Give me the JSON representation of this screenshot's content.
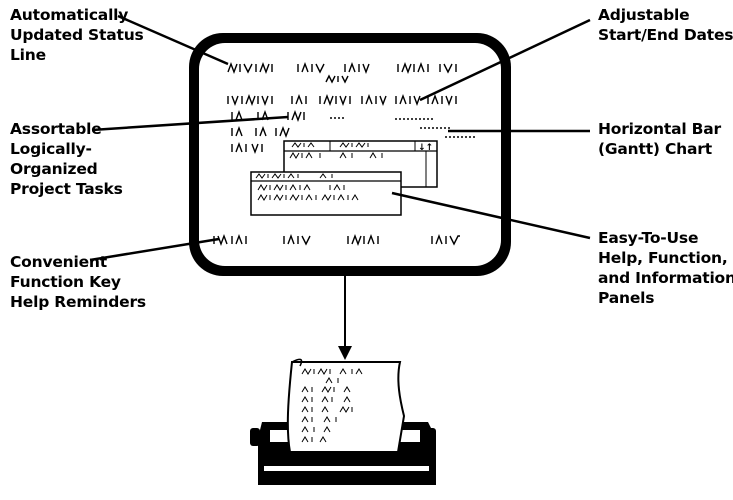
{
  "callouts": {
    "status_line": [
      "Automatically",
      "Updated Status",
      "Line"
    ],
    "dates": [
      "Adjustable",
      "Start/End Dates"
    ],
    "tasks": [
      "Assortable",
      "Logically-",
      "Organized",
      "Project Tasks"
    ],
    "gantt": [
      "Horizontal Bar",
      "(Gantt) Chart"
    ],
    "function_keys": [
      "Convenient",
      "Function Key",
      "Help Reminders"
    ],
    "panels": [
      "Easy-To-Use",
      "Help, Function,",
      "and Information",
      "Panels"
    ]
  },
  "panel_arrow_glyph": "↓↑",
  "colors": {
    "ink": "#000000",
    "paper": "#ffffff"
  }
}
